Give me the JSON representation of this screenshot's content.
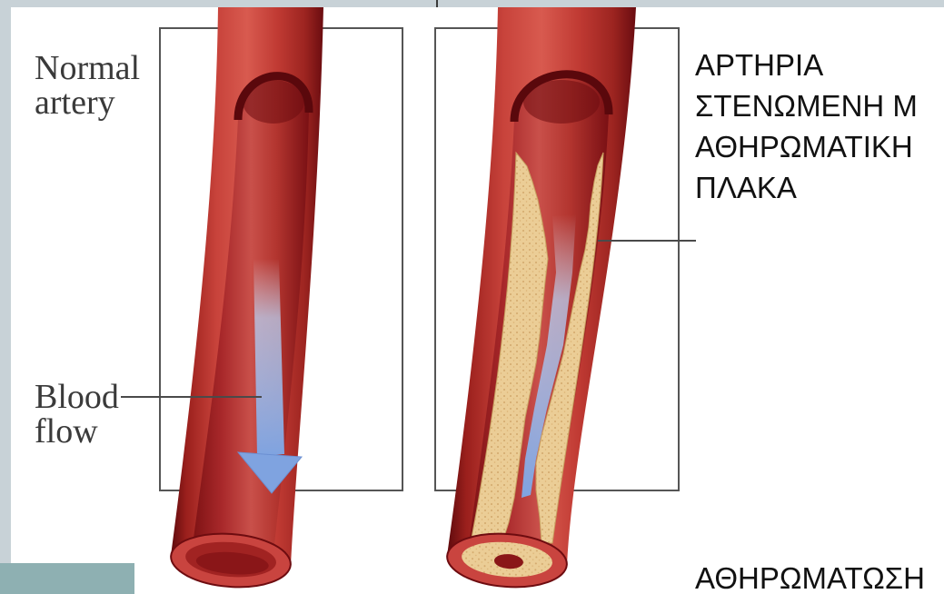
{
  "colors": {
    "slide_frame": "#c8d2d7",
    "slide_corner": "#8eb0b2",
    "box_outline": "#555555",
    "leader_line": "#4a4a4a",
    "label_text": "#3a3a3a",
    "caption_text": "#111111"
  },
  "normal_artery": {
    "label": [
      "Normal",
      "artery"
    ],
    "flow_label": [
      "Blood",
      "flow"
    ]
  },
  "narrowed_artery": {
    "caption": [
      "ΑΡΤΗΡΙΑ",
      "ΣΤΕΝΩΜΕΝΗ Μ",
      "ΑΘΗΡΩΜΑΤΙΚΗ",
      "ΠΛΑΚΑ"
    ]
  },
  "slide_title": "ΑΘΗΡΩΜΑΤΩΣΗ"
}
